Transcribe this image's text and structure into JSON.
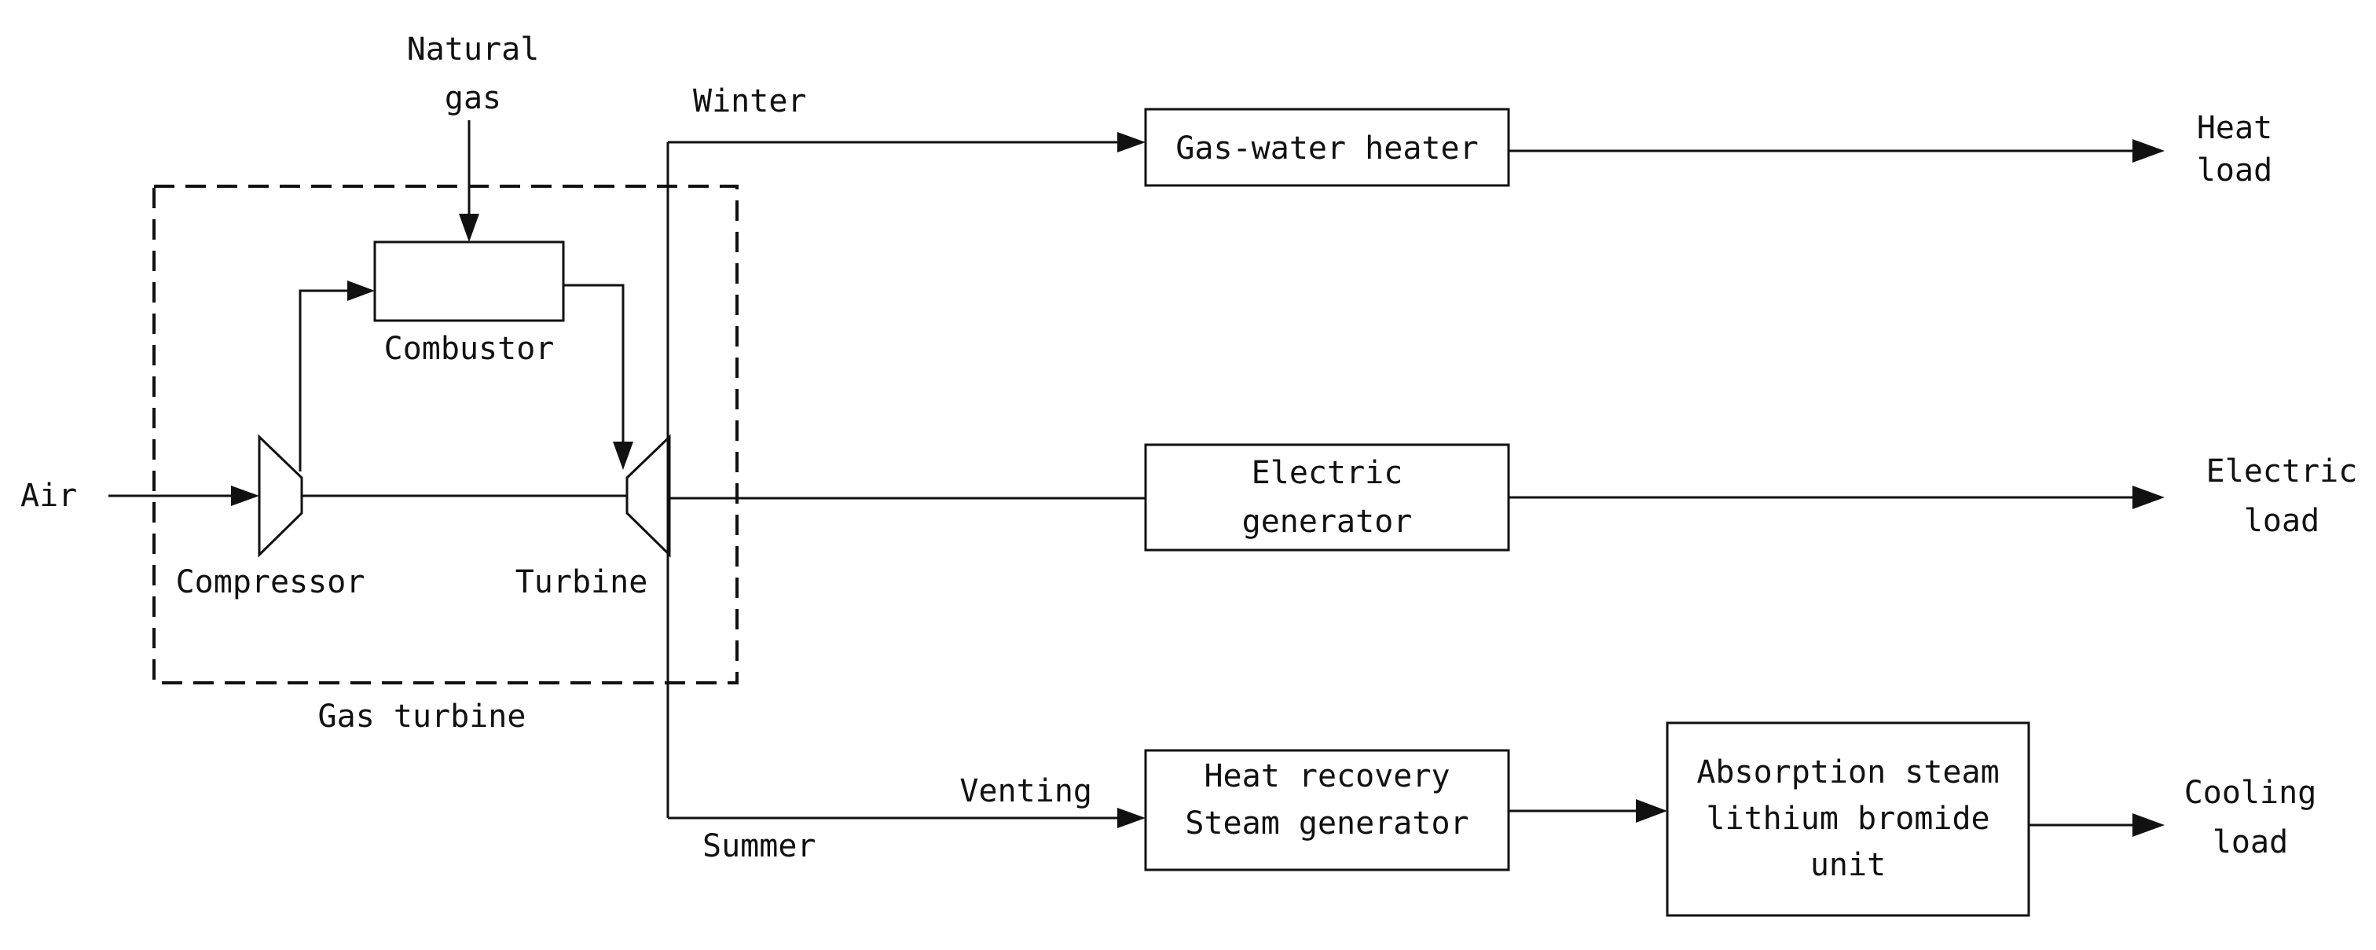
{
  "labels": {
    "natural_gas_1": "Natural",
    "natural_gas_2": "gas",
    "winter": "Winter",
    "summer": "Summer",
    "venting": "Venting",
    "air": "Air",
    "compressor": "Compressor",
    "combustor": "Combustor",
    "turbine": "Turbine",
    "gas_turbine": "Gas turbine"
  },
  "boxes": {
    "gas_water_heater": "Gas-water heater",
    "electric_generator_1": "Electric",
    "electric_generator_2": "generator",
    "hrsg_1": "Heat recovery",
    "hrsg_2": "Steam generator",
    "absorption_1": "Absorption steam",
    "absorption_2": "lithium bromide",
    "absorption_3": "unit"
  },
  "loads": {
    "heat_1": "Heat",
    "heat_2": "load",
    "electric_1": "Electric",
    "electric_2": "load",
    "cooling_1": "Cooling",
    "cooling_2": "load"
  }
}
